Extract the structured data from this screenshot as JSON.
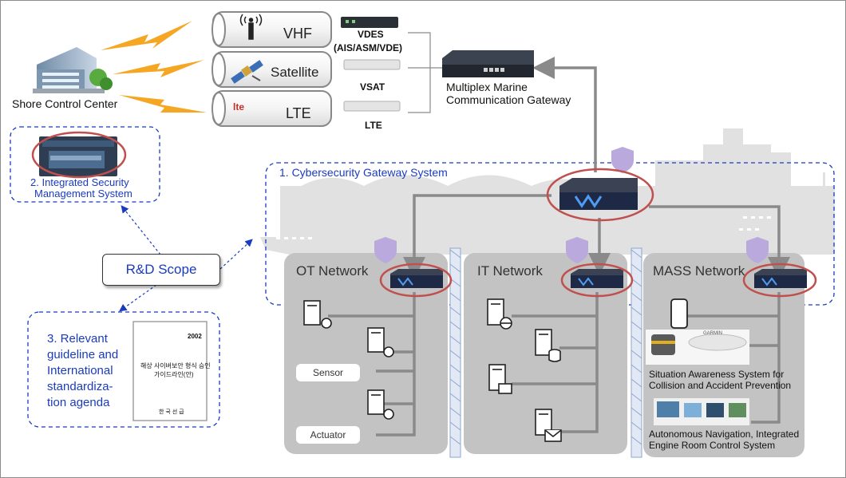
{
  "shore": {
    "label": "Shore Control Center"
  },
  "links": [
    {
      "label": "VHF",
      "icon": "antenna-icon"
    },
    {
      "label": "Satellite",
      "icon": "satellite-icon"
    },
    {
      "label": "LTE",
      "icon": "lte-icon",
      "badge": "lte"
    }
  ],
  "devices": [
    {
      "line1": "VDES",
      "line2": "(AIS/ASM/VDE)"
    },
    {
      "line1": "VSAT"
    },
    {
      "line1": "LTE"
    }
  ],
  "gateway": {
    "line1": "Multiplex Marine",
    "line2": "Communication Gateway"
  },
  "scope": {
    "rd": "R&D Scope",
    "ism": {
      "line1": "2. Integrated Security",
      "line2": "Management System"
    },
    "guideline": [
      "3. Relevant",
      "guideline and",
      "International",
      "standardiza-",
      "tion agenda"
    ],
    "doc": {
      "year": "2002",
      "line1": "해상 사이버보안 형식 승인",
      "line2": "가이드라인(안)",
      "footer": "한 국 선 급"
    }
  },
  "cyber": {
    "label": "1. Cybersecurity Gateway System"
  },
  "ot": {
    "title": "OT Network",
    "sensor": "Sensor",
    "actuator": "Actuator"
  },
  "it": {
    "title": "IT Network"
  },
  "mass": {
    "title": "MASS Network",
    "situation": {
      "line1": "Situation Awareness System for",
      "line2": "Collision and Accident Prevention"
    },
    "autonomous": {
      "line1": "Autonomous Navigation, Integrated",
      "line2": "Engine Room Control System"
    },
    "brand": "GARMIN"
  },
  "colors": {
    "accent": "#1a3bbf",
    "ellipse": "#c0504d",
    "bolt": "#f5a623",
    "shield": "#b9a9dd",
    "panel": "#bdbdbd"
  }
}
